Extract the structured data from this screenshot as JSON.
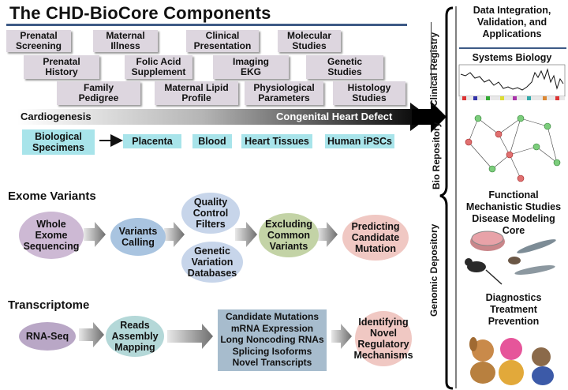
{
  "title": "The CHD-BioCore Components",
  "phenotype_boxes": [
    {
      "line1": "Prenatal",
      "line2": "Screening"
    },
    {
      "line1": "Maternal",
      "line2": "Illness"
    },
    {
      "line1": "Clinical",
      "line2": "Presentation"
    },
    {
      "line1": "Molecular",
      "line2": "Studies"
    },
    {
      "line1": "Prenatal",
      "line2": "History"
    },
    {
      "line1": "Folic Acid",
      "line2": "Supplement"
    },
    {
      "line1": "Imaging",
      "line2": "EKG"
    },
    {
      "line1": "Genetic",
      "line2": "Studies"
    },
    {
      "line1": "Family",
      "line2": "Pedigree"
    },
    {
      "line1": "Maternal Lipid",
      "line2": "Profile"
    },
    {
      "line1": "Physiological",
      "line2": "Parameters"
    },
    {
      "line1": "Histology",
      "line2": "Studies"
    }
  ],
  "gradient_bar": {
    "left": "Cardiogenesis",
    "right": "Congenital Heart Defect"
  },
  "specimens": {
    "line1": "Biological",
    "line2": "Specimens"
  },
  "specimen_types": [
    "Placenta",
    "Blood",
    "Heart Tissues",
    "Human iPSCs"
  ],
  "exome": {
    "heading": "Exome Variants",
    "whole": [
      "Whole",
      "Exome",
      "Sequencing"
    ],
    "calling": [
      "Variants",
      "Calling"
    ],
    "qc": [
      "Quality",
      "Control",
      "Filters"
    ],
    "gvd": [
      "Genetic",
      "Variation",
      "Databases"
    ],
    "excluding": [
      "Excluding",
      "Common",
      "Variants"
    ],
    "predicting": [
      "Predicting",
      "Candidate",
      "Mutation"
    ]
  },
  "transcriptome": {
    "heading": "Transcriptome",
    "rnaseq": "RNA-Seq",
    "reads": [
      "Reads",
      "Assembly",
      "Mapping"
    ],
    "outputs": [
      "Candidate Mutations",
      "mRNA Expression",
      "Long Noncoding RNAs",
      "Splicing Isoforms",
      "Novel Transcripts"
    ],
    "identifying": [
      "Identifying",
      "Novel",
      "Regulatory",
      "Mechanisms"
    ]
  },
  "vertical_labels": {
    "clinical": "Clinical Registry",
    "bio": "Bio Repository",
    "genomic": "Genomic Depository"
  },
  "right_panel": {
    "header": [
      "Data Integration,",
      "Validation,   and",
      "Applications"
    ],
    "systems": "Systems Biology",
    "functional": [
      "Functional",
      "Mechanistic Studies",
      "Disease Modeling Core"
    ],
    "diagnostics": [
      "Diagnostics",
      "Treatment",
      "Prevention"
    ]
  },
  "colors": {
    "accent_rule": "#3d5a86",
    "box_fill": "#ddd6df",
    "specimen_fill": "#a8e4ea"
  }
}
